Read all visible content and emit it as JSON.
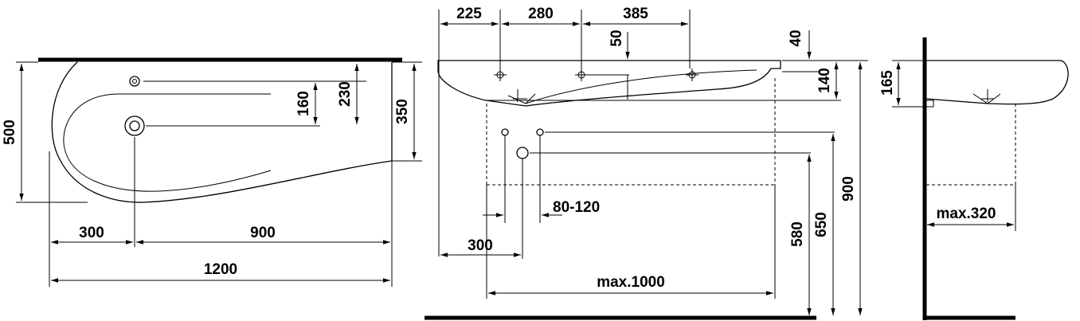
{
  "top_view": {
    "dim_500": "500",
    "dim_160": "160",
    "dim_230": "230",
    "dim_350": "350",
    "dim_300": "300",
    "dim_900": "900",
    "dim_1200": "1200"
  },
  "front_view": {
    "dim_225": "225",
    "dim_280": "280",
    "dim_385": "385",
    "dim_50": "50",
    "dim_40": "40",
    "dim_140": "140",
    "dim_80_120": "80-120",
    "dim_300": "300",
    "dim_max1000": "max.1000",
    "dim_580": "580",
    "dim_650": "650",
    "dim_900": "900"
  },
  "side_view": {
    "dim_165": "165",
    "dim_max320": "max.320"
  }
}
